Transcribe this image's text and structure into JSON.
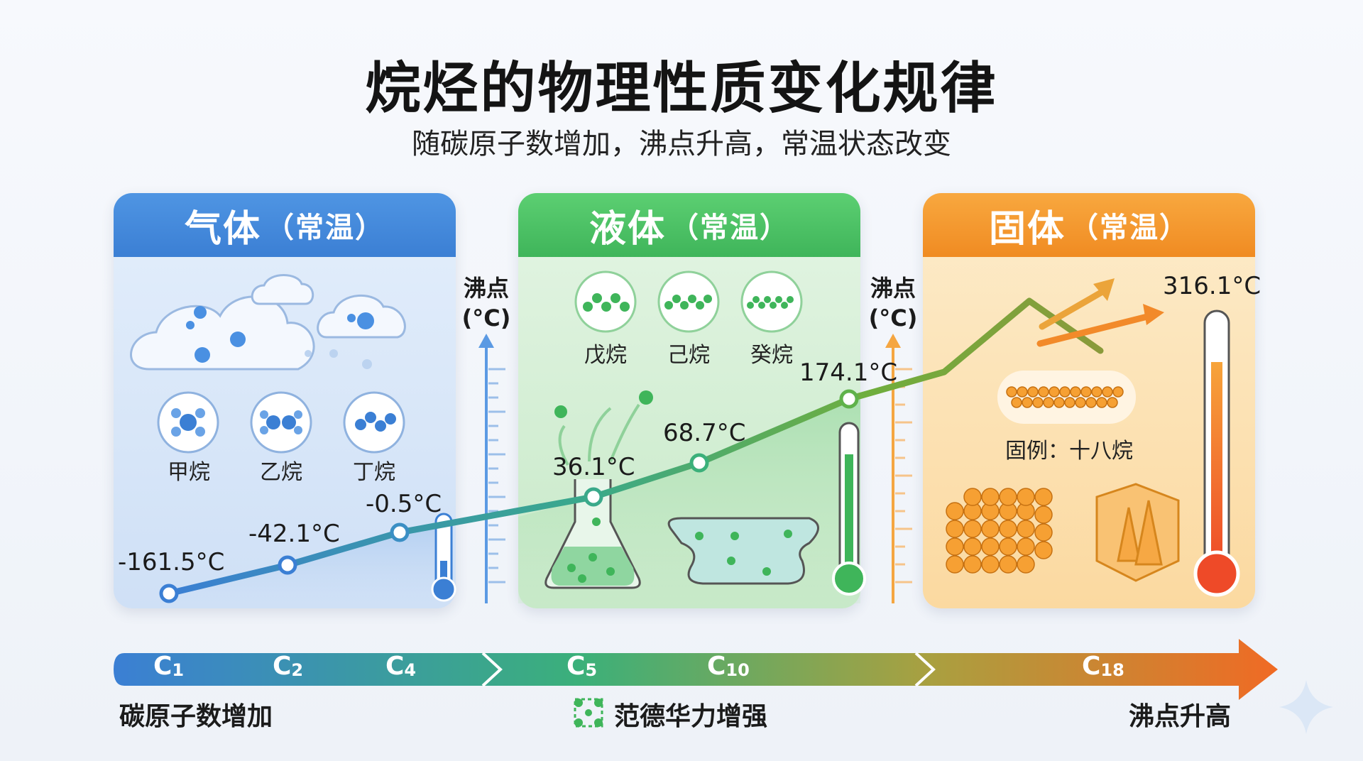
{
  "title": "烷烃的物理性质变化规律",
  "subtitle": "随碳原子数增加，沸点升高，常温状态改变",
  "panels": {
    "gas": {
      "title": "气体",
      "note": "（常温）",
      "examples": [
        "甲烷",
        "乙烷",
        "丁烷"
      ]
    },
    "liquid": {
      "title": "液体",
      "note": "（常温）",
      "examples": [
        "戊烷",
        "己烷",
        "癸烷"
      ]
    },
    "solid": {
      "title": "固体",
      "note": "（常温）",
      "example": "固例：十八烷"
    }
  },
  "axis_label_line1": "沸点",
  "axis_label_line2": "(°C)",
  "boiling_points": {
    "c1": "-161.5°C",
    "c2": "-42.1°C",
    "c4": "-0.5°C",
    "c5": "36.1°C",
    "c6": "68.7°C",
    "c10": "174.1°C",
    "c18": "316.1°C"
  },
  "carbon_arrow": {
    "c1": "C",
    "c1_sub": "1",
    "c2": "C",
    "c2_sub": "2",
    "c4": "C",
    "c4_sub": "4",
    "c5": "C",
    "c5_sub": "5",
    "c10": "C",
    "c10_sub": "10",
    "c18": "C",
    "c18_sub": "18"
  },
  "footer": {
    "left": "碳原子数增加",
    "middle": "范德华力增强",
    "right": "沸点升高"
  },
  "colors": {
    "gas": "#3b7fd4",
    "liquid": "#3fb55a",
    "solid": "#f08b22"
  }
}
